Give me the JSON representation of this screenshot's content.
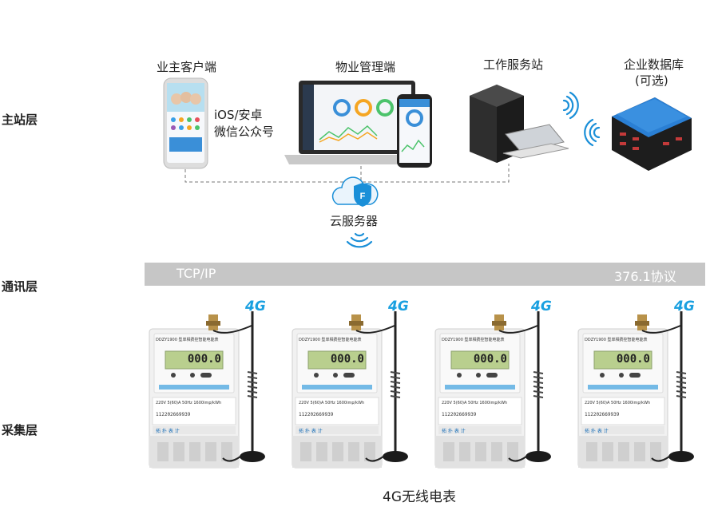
{
  "layers": {
    "master": "主站层",
    "comm": "通讯层",
    "collect": "采集层"
  },
  "owner_app": {
    "title": "业主客户端",
    "line1": "iOS/安卓",
    "line2": "微信公众号"
  },
  "property": {
    "title": "物业管理端"
  },
  "workstation": {
    "title": "工作服务站"
  },
  "database": {
    "title": "企业数据库",
    "subtitle": "(可选)"
  },
  "cloud": {
    "title": "云服务器"
  },
  "comm_bar": {
    "left": "TCP/IP",
    "right": "376.1协议"
  },
  "meters": {
    "caption": "4G无线电表",
    "badge": "4G",
    "count": 4,
    "reading": "000.0",
    "model": "DDZY1900 型单相费控智能电能表",
    "spec": "220V  5(60)A  50Hz  1600imp/kWh",
    "serial": "112202669939",
    "brand": "拓 扑 表 计"
  },
  "colors": {
    "accent": "#1a8fd8",
    "band": "#c6c6c6"
  }
}
